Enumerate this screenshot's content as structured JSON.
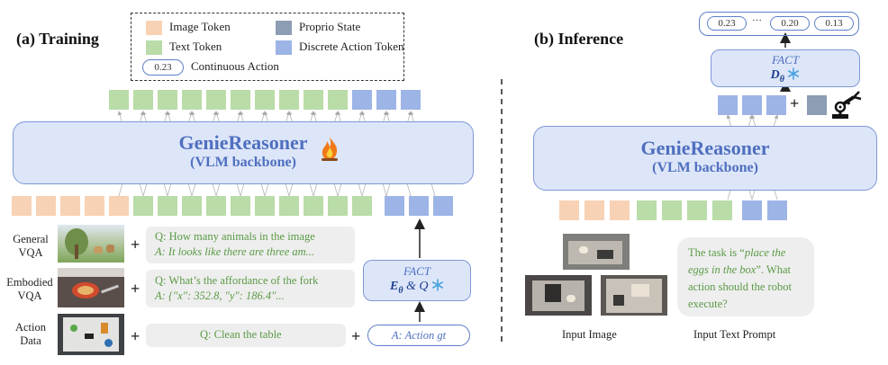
{
  "training": {
    "title": "(a) Training",
    "legend": {
      "image_token": "Image Token",
      "text_token": "Text Token",
      "continuous_value": "0.23",
      "continuous_action": "Continuous Action",
      "proprio_state": "Proprio State",
      "discrete_action_token": "Discrete Action Token"
    },
    "backbone": {
      "name": "GenieReasoner",
      "subtitle": "(VLM backbone)"
    },
    "rows": {
      "general_label": "General\nVQA",
      "general_q": "Q: How many animals in the image",
      "general_a": "A: It looks like there are three am...",
      "embodied_label": "Embodied\nVQA",
      "embodied_q": "Q: What’s the affordance of the fork",
      "embodied_a": "A: {\"x\": 352.8, \"y\": 186.4\"...",
      "action_label": "Action\nData",
      "action_q": "Q: Clean the table"
    },
    "fact": {
      "title": "FACT",
      "enc": "E",
      "sub": "θ",
      "amp": " & Q"
    },
    "action_gt": "A: Action gt"
  },
  "inference": {
    "title": "(b) Inference",
    "outputs": [
      "0.23",
      "0.20",
      "0.13"
    ],
    "dots": "···",
    "fact": {
      "title": "FACT",
      "dec": "D",
      "sub": "θ"
    },
    "backbone": {
      "name": "GenieReasoner",
      "subtitle": "(VLM backbone)"
    },
    "prompt_pre": "The task is “",
    "prompt_task": "place the eggs in the box",
    "prompt_post": "”. What action should the robot execute?",
    "input_image_caption": "Input Image",
    "input_text_caption": "Input Text Prompt"
  },
  "colors": {
    "image_token": "#f8d2b4",
    "text_token": "#b9dca8",
    "action_token": "#9db4e6",
    "proprio_token": "#8c9db4",
    "backbone_fill": "#dde6f9",
    "backbone_text": "#4f6fbf",
    "prompt_text": "#5a9a45"
  },
  "icons": [
    "fire-icon",
    "snowflake-icon",
    "robot-arm-icon"
  ]
}
